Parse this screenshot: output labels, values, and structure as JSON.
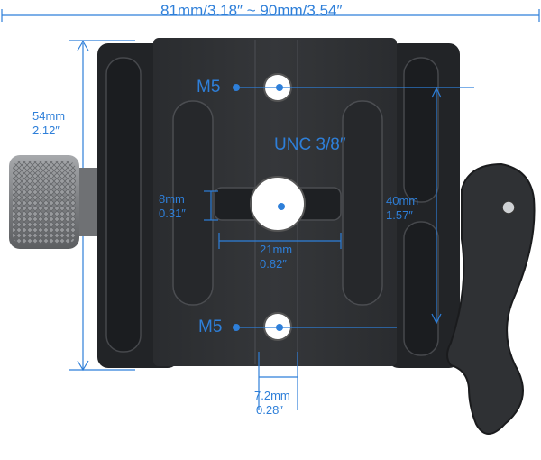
{
  "colors": {
    "accent": "#2e7fd9",
    "body_dark": "#2b2d30",
    "body_mid": "#3a3c40",
    "knob": "#8a8c8f"
  },
  "dimensions": {
    "top_width": "81mm/3.18″ ~ 90mm/3.54″",
    "height_mm": "54mm",
    "height_in": "2.12″",
    "slot_height_mm": "8mm",
    "slot_height_in": "0.31″",
    "slot_length_mm": "21mm",
    "slot_length_in": "0.82″",
    "long_slot_mm": "40mm",
    "long_slot_in": "1.57″",
    "bottom_width_mm": "7.2mm",
    "bottom_width_in": "0.28″"
  },
  "threads": {
    "top_hole": "M5",
    "center_hole": "UNC 3/8″",
    "bottom_hole": "M5"
  },
  "icons": [
    "knurled-knob-icon",
    "clamp-lever-icon",
    "screw-hole-icon"
  ]
}
